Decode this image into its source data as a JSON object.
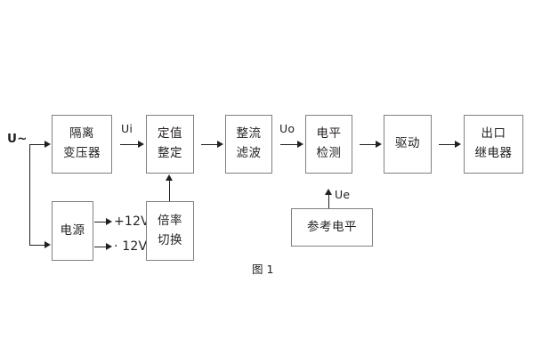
{
  "figure": {
    "caption": "图 1",
    "source_label": "U~",
    "blocks": [
      {
        "id": "isolation-transformer",
        "lines": [
          "隔离",
          "变压器"
        ]
      },
      {
        "id": "setting-value",
        "lines": [
          "定值",
          "整定"
        ]
      },
      {
        "id": "rectify-filter",
        "lines": [
          "整流",
          "滤波"
        ]
      },
      {
        "id": "level-detection",
        "lines": [
          "电平",
          "检测"
        ]
      },
      {
        "id": "driver",
        "lines": [
          "驱动"
        ]
      },
      {
        "id": "output-relay",
        "lines": [
          "出口",
          "继电器"
        ]
      },
      {
        "id": "power-supply",
        "lines": [
          "电源"
        ]
      },
      {
        "id": "multiplier-switch",
        "lines": [
          "倍率",
          "切换"
        ]
      },
      {
        "id": "reference-level",
        "lines": [
          "参考电平"
        ]
      }
    ],
    "signals": {
      "ui": "Ui",
      "uo": "Uo",
      "ue": "Ue",
      "rail_positive": "+12V",
      "rail_negative": "· 12V"
    },
    "colors": {
      "box_border": "#808080",
      "line": "#231f20",
      "text": "#231f20",
      "background": "#ffffff"
    }
  }
}
